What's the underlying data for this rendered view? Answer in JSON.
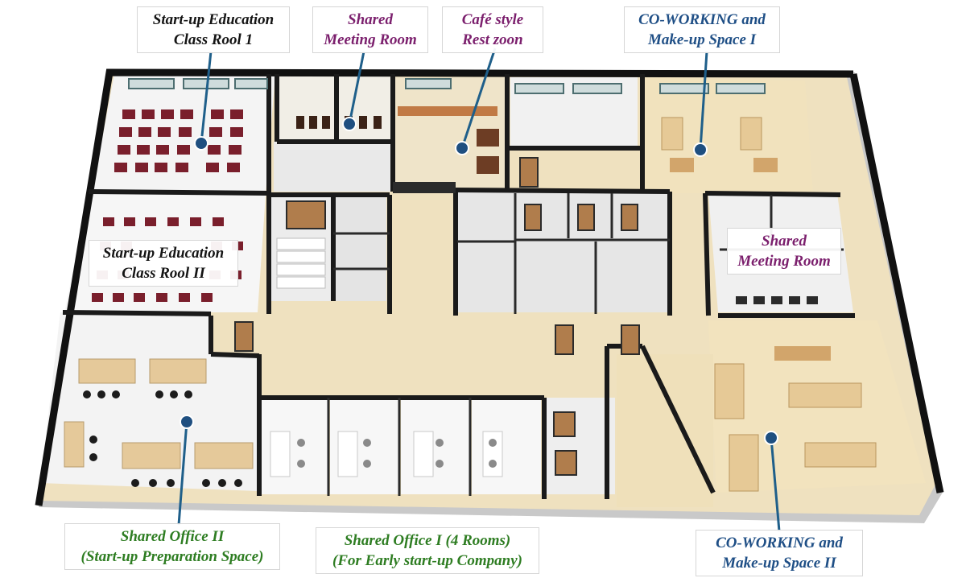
{
  "labels": {
    "edu1": {
      "line1": "Start-up Education",
      "line2": "Class Rool 1"
    },
    "meeting_top": {
      "line1": "Shared",
      "line2": "Meeting Room"
    },
    "cafe": {
      "line1": "Café style",
      "line2": "Rest zoon"
    },
    "coworking1": {
      "line1": "CO-WORKING and",
      "line2": "Make-up Space  I"
    },
    "edu2": {
      "line1": "Start-up Education",
      "line2": "Class Rool II"
    },
    "meeting_right": {
      "line1": "Shared",
      "line2": "Meeting Room"
    },
    "office2": {
      "line1": "Shared Office II",
      "line2": "(Start-up Preparation Space)"
    },
    "office1": {
      "line1": "Shared Office I (4 Rooms)",
      "line2": "(For Early start-up Company)"
    },
    "coworking2": {
      "line1": "CO-WORKING and",
      "line2": "Make-up Space  II"
    }
  },
  "colors": {
    "label_black": "#141414",
    "label_purple": "#7b1f6d",
    "label_blue": "#1f4f86",
    "label_green": "#2e7d22",
    "callout_line": "#1f5f8a",
    "wall": "#111111",
    "floor_wood": "#efe1bf",
    "floor_white": "#f2f2f2"
  }
}
